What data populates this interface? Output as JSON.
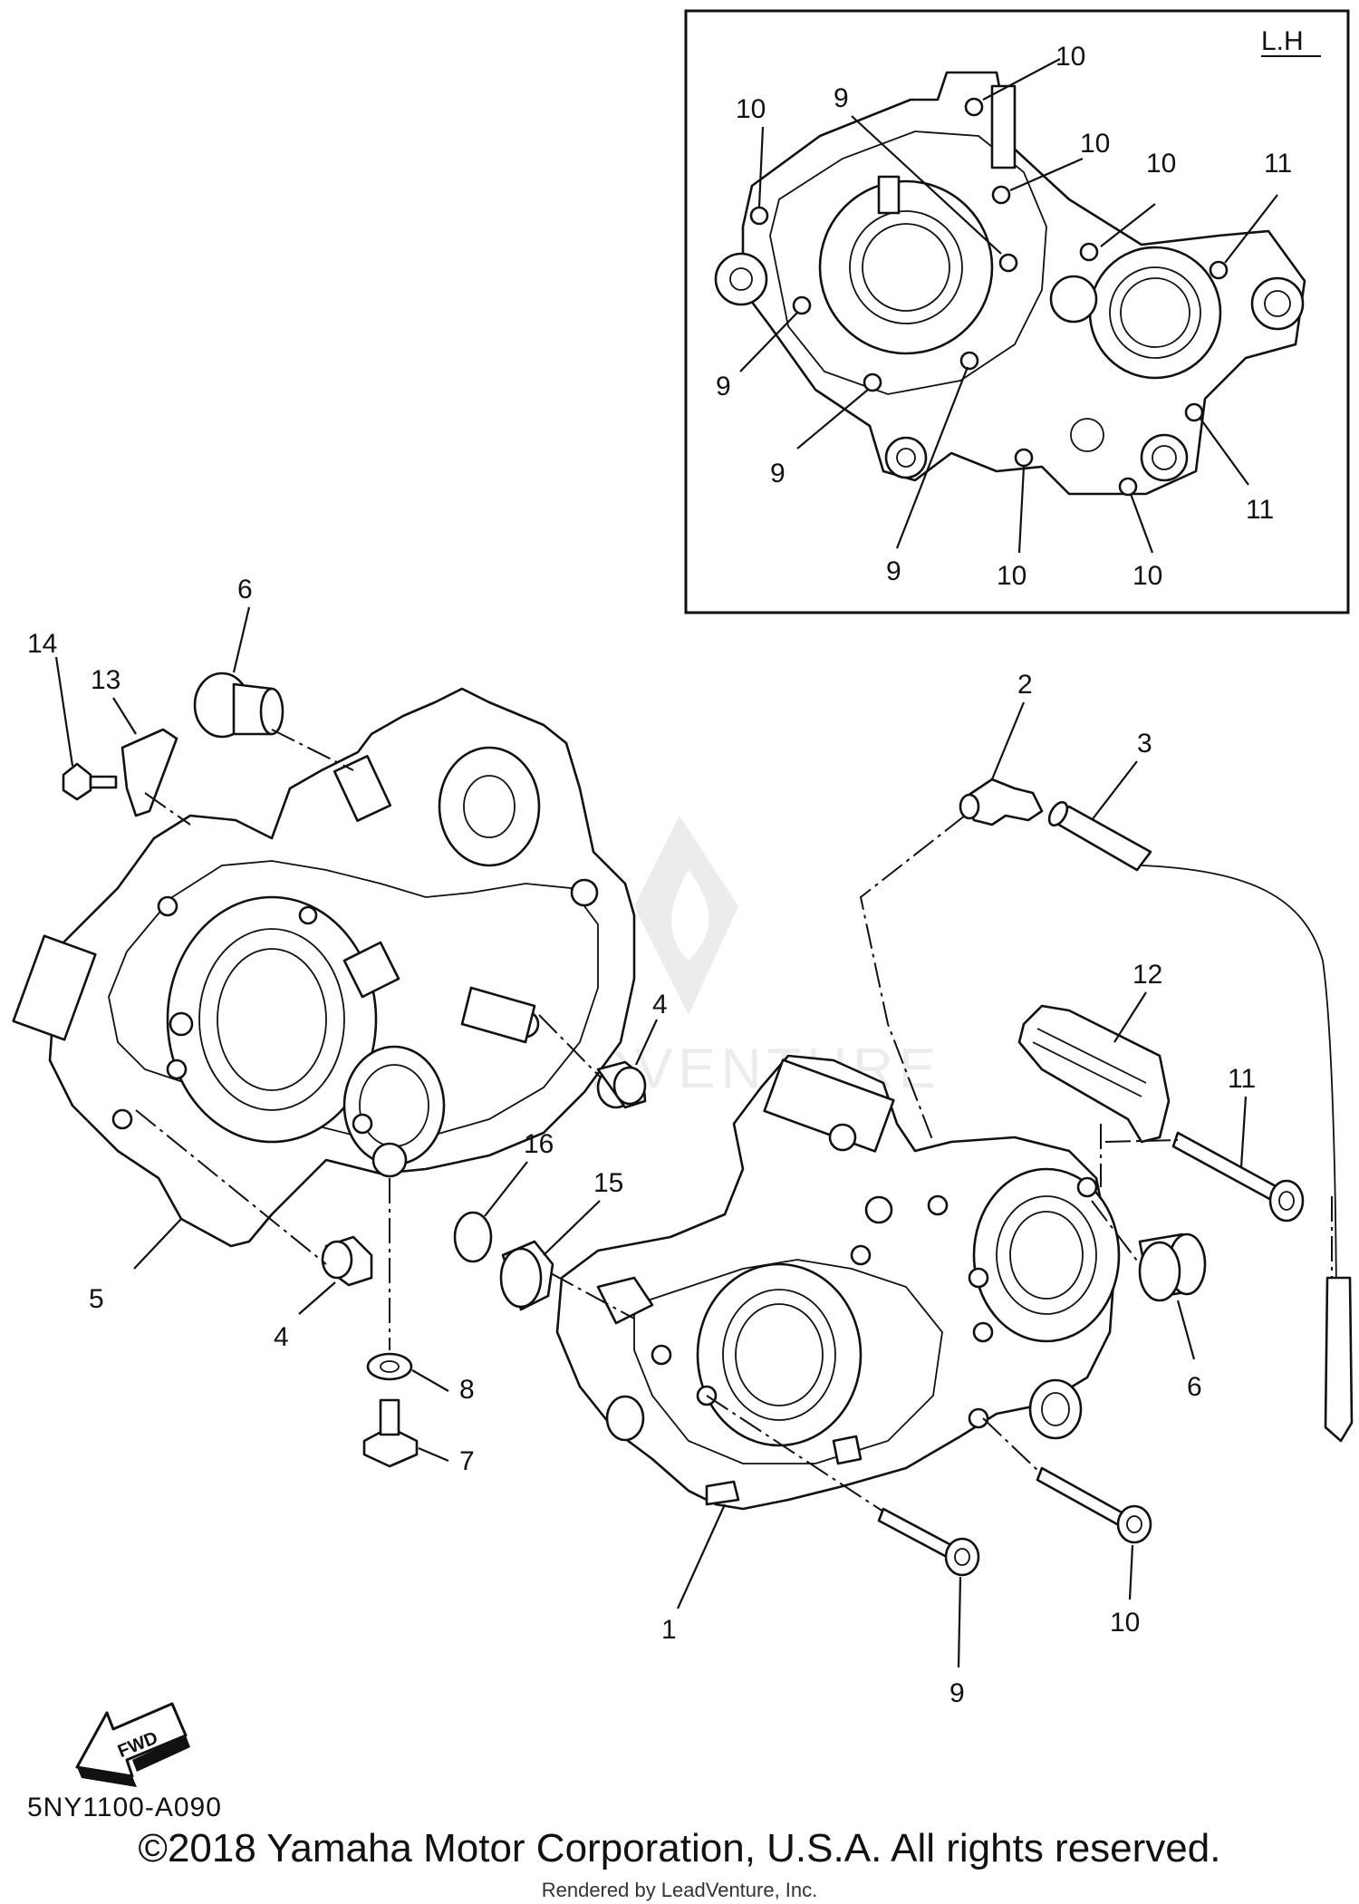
{
  "callouts": {
    "c1": "1",
    "c2": "2",
    "c3": "3",
    "c4a": "4",
    "c4b": "4",
    "c5": "5",
    "c6a": "6",
    "c6b": "6",
    "c7": "7",
    "c8": "8",
    "c9": "9",
    "c10": "10",
    "c11": "11",
    "c12": "12",
    "c13": "13",
    "c14": "14",
    "c15": "15",
    "c16": "16"
  },
  "inset": {
    "label": "L.H",
    "callouts": {
      "i10a": "10",
      "i9a": "9",
      "i10b": "10",
      "i10c": "10",
      "i10d": "10",
      "i11a": "11",
      "i9b": "9",
      "i9c": "9",
      "i9d": "9",
      "i11b": "11",
      "i10e": "10",
      "i10f": "10"
    }
  },
  "fwd_label": "FWD",
  "watermark": "LEADVENTURE",
  "diagram_code": "5NY1100-A090",
  "copyright": "©2018 Yamaha Motor Corporation, U.S.A. All rights reserved.",
  "rendered_by": "Rendered by LeadVenture, Inc."
}
